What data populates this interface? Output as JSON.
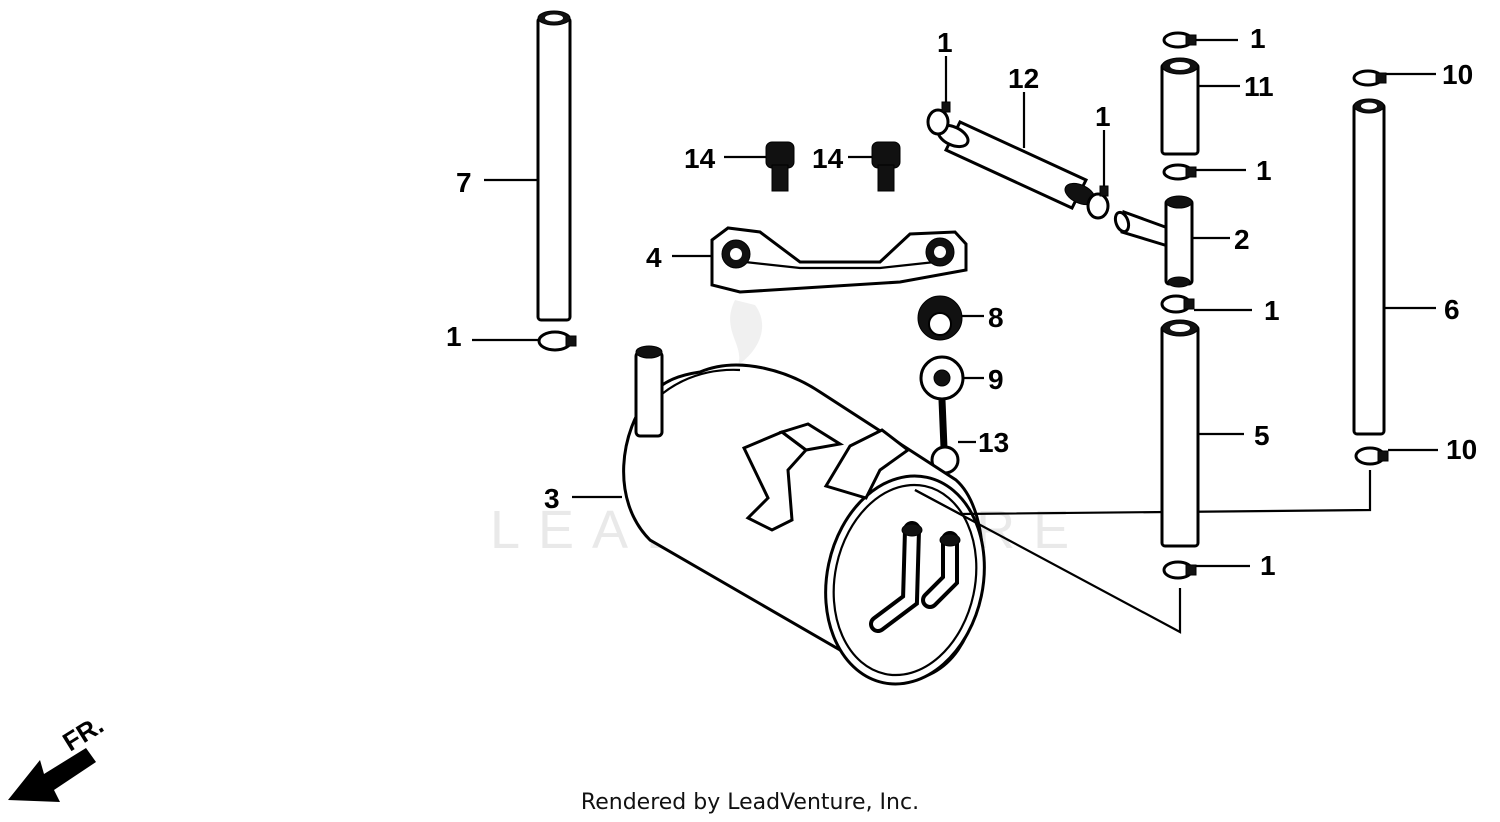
{
  "diagram": {
    "callouts": {
      "c1_a": "1",
      "c1_b": "1",
      "c1_c": "1",
      "c1_d": "1",
      "c1_e": "1",
      "c1_f": "1",
      "c1_g": "1",
      "c2": "2",
      "c3": "3",
      "c4": "4",
      "c5": "5",
      "c6": "6",
      "c7": "7",
      "c8": "8",
      "c9": "9",
      "c10_a": "10",
      "c10_b": "10",
      "c11": "11",
      "c12": "12",
      "c13": "13",
      "c14_a": "14",
      "c14_b": "14"
    },
    "front_arrow_label": "FR.",
    "watermark": "LEADVENTURE"
  },
  "footer": {
    "text": "Rendered by LeadVenture, Inc."
  },
  "colors": {
    "ink": "#000000",
    "background": "#ffffff",
    "watermark": "#e9e9e9"
  }
}
